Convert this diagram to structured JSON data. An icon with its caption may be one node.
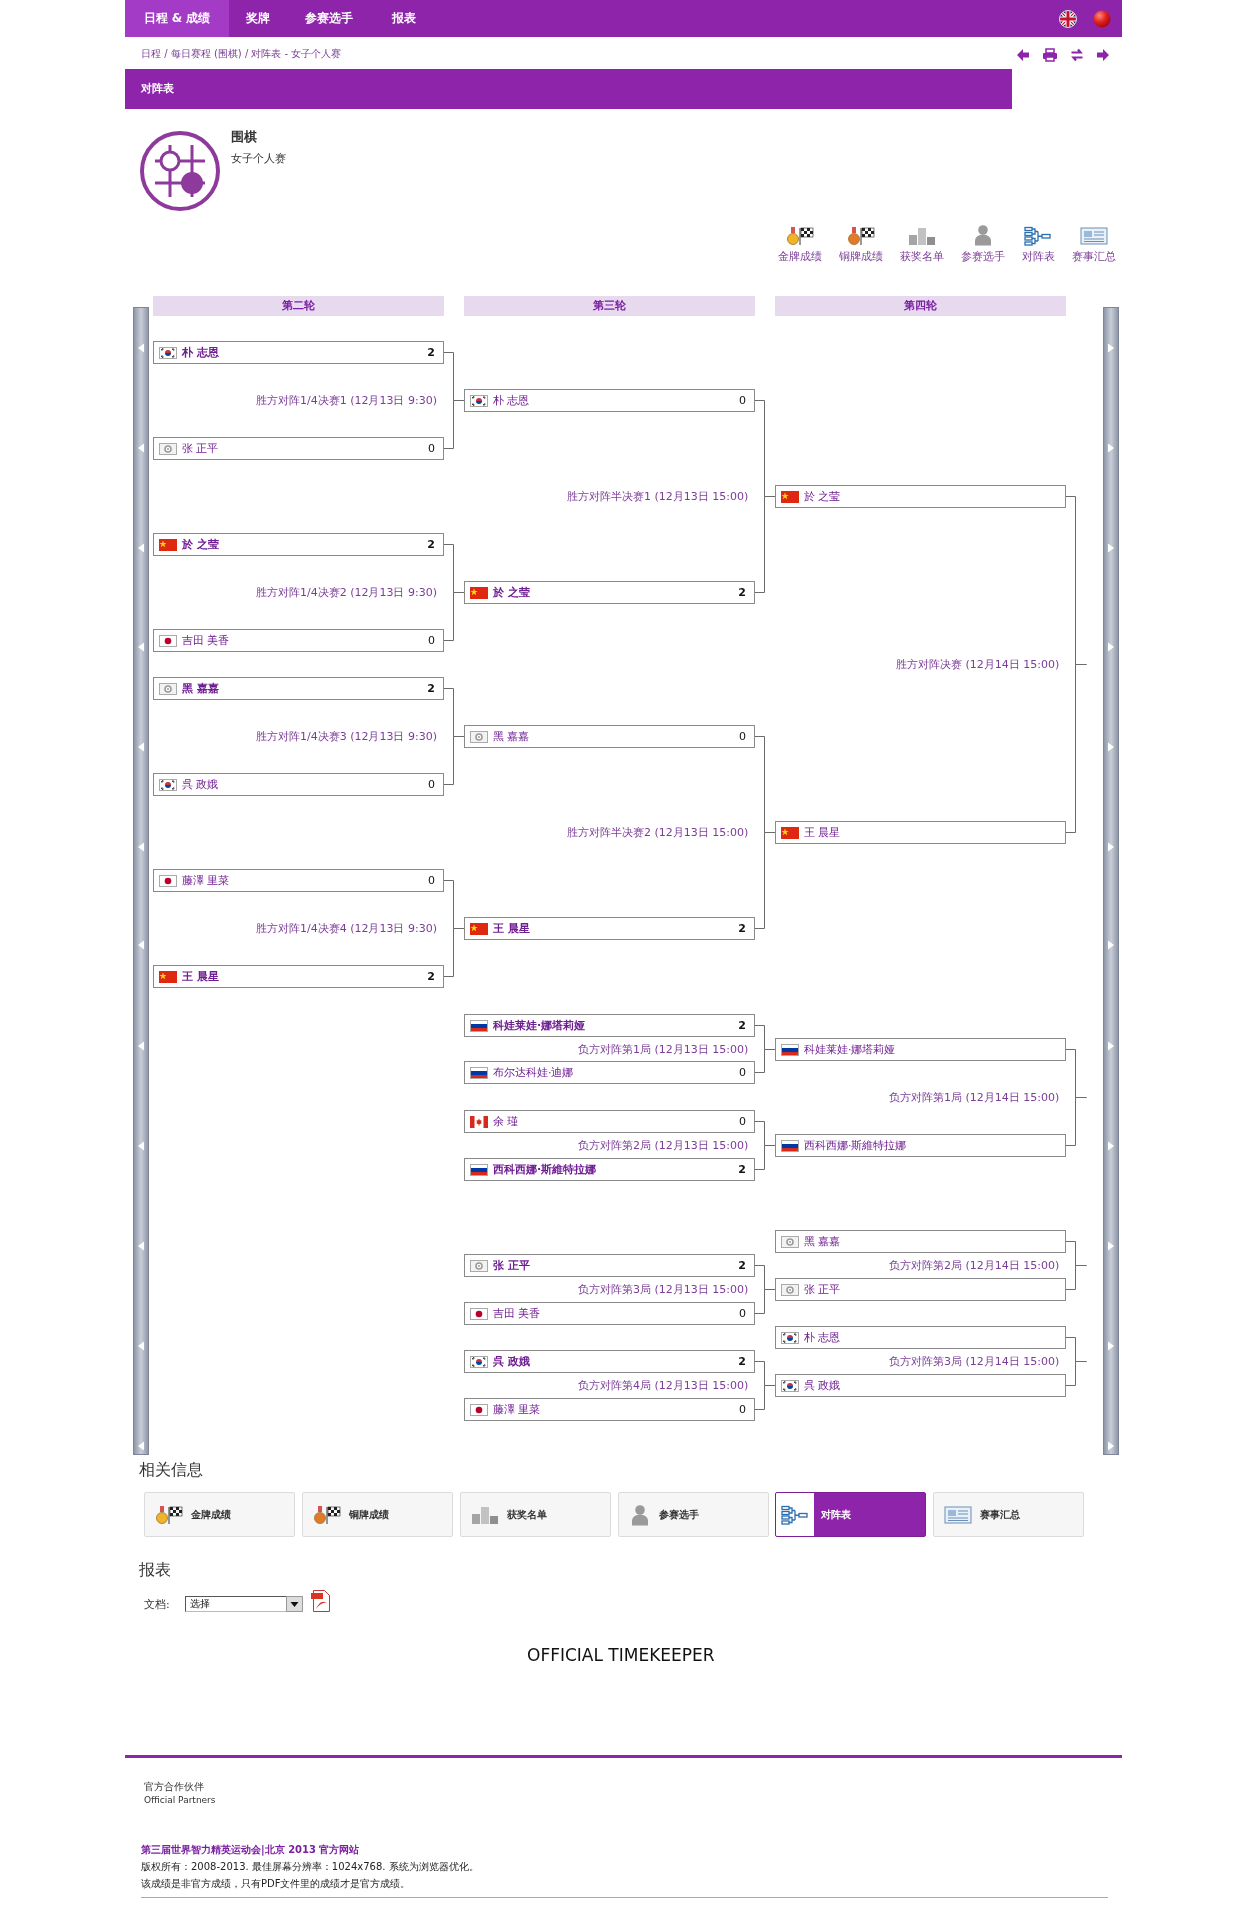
{
  "diagram": {
    "nodes": [
      {
        "text": [
          "日程 & 成绩",
          "奖牌",
          "参赛选手",
          "报表"
        ]
      },
      {
        "text": [
          "对阵表"
        ]
      },
      {
        "text": [
          "第二轮"
        ]
      },
      {
        "text": [
          "第三轮"
        ]
      },
      {
        "text": [
          "第四轮"
        ]
      },
      {
        "text": [
          "朴 志恩",
          "2"
        ]
      },
      {
        "text": [
          "张 正平",
          "0"
        ]
      },
      {
        "text": [
          "於 之莹",
          "2"
        ]
      },
      {
        "text": [
          "吉田 美香",
          "0"
        ]
      },
      {
        "text": [
          "黑 嘉嘉",
          "2"
        ]
      },
      {
        "text": [
          "呉 政娥",
          "0"
        ]
      },
      {
        "text": [
          "藤澤 里菜",
          "0"
        ]
      },
      {
        "text": [
          "王 晨星",
          "2"
        ]
      },
      {
        "text": [
          "朴 志恩",
          "0"
        ]
      },
      {
        "text": [
          "於 之莹",
          "2"
        ]
      },
      {
        "text": [
          "黑 嘉嘉",
          "0"
        ]
      },
      {
        "text": [
          "王 晨星",
          "2"
        ]
      },
      {
        "text": [
          "科娃莱娃·娜塔莉娅",
          "2"
        ]
      },
      {
        "text": [
          "布尔达科娃·迪娜",
          "0"
        ]
      },
      {
        "text": [
          "余 瑾",
          "0"
        ]
      },
      {
        "text": [
          "西科西娜·斯維特拉娜",
          "2"
        ]
      },
      {
        "text": [
          "张 正平",
          "2"
        ]
      },
      {
        "text": [
          "吉田 美香",
          "0"
        ]
      },
      {
        "text": [
          "呉 政娥",
          "2"
        ]
      },
      {
        "text": [
          "藤澤 里菜",
          "0"
        ]
      },
      {
        "text": [
          "於 之莹"
        ]
      },
      {
        "text": [
          "王 晨星"
        ]
      },
      {
        "text": [
          "科娃莱娃·娜塔莉娅"
        ]
      },
      {
        "text": [
          "西科西娜·斯維特拉娜"
        ]
      },
      {
        "text": [
          "黑 嘉嘉"
        ]
      },
      {
        "text": [
          "张 正平"
        ]
      },
      {
        "text": [
          "朴 志恩"
        ]
      },
      {
        "text": [
          "呉 政娥"
        ]
      },
      {
        "text": [
          "金牌成绩"
        ]
      },
      {
        "text": [
          "铜牌成绩"
        ]
      },
      {
        "text": [
          "获奖名单"
        ]
      },
      {
        "text": [
          "参赛选手"
        ]
      },
      {
        "text": [
          "对阵表"
        ]
      },
      {
        "text": [
          "赛事汇总"
        ]
      }
    ],
    "edges": [
      {
        "from": 5,
        "to": 13,
        "arrow": "none"
      },
      {
        "from": 6,
        "to": 13,
        "arrow": "none"
      },
      {
        "from": 7,
        "to": 14,
        "arrow": "none"
      },
      {
        "from": 8,
        "to": 14,
        "arrow": "none"
      },
      {
        "from": 9,
        "to": 15,
        "arrow": "none"
      },
      {
        "from": 10,
        "to": 15,
        "arrow": "none"
      },
      {
        "from": 11,
        "to": 16,
        "arrow": "none"
      },
      {
        "from": 12,
        "to": 16,
        "arrow": "none"
      },
      {
        "from": 13,
        "to": 25,
        "arrow": "none"
      },
      {
        "from": 14,
        "to": 25,
        "arrow": "none"
      },
      {
        "from": 15,
        "to": 26,
        "arrow": "none"
      },
      {
        "from": 16,
        "to": 26,
        "arrow": "none"
      },
      {
        "from": 25,
        "to": null,
        "arrow": "none"
      },
      {
        "from": 26,
        "to": null,
        "arrow": "none"
      },
      {
        "from": 17,
        "to": 27,
        "arrow": "none"
      },
      {
        "from": 18,
        "to": 27,
        "arrow": "none"
      },
      {
        "from": 19,
        "to": 28,
        "arrow": "none"
      },
      {
        "from": 20,
        "to": 28,
        "arrow": "none"
      },
      {
        "from": 27,
        "to": null,
        "arrow": "none"
      },
      {
        "from": 28,
        "to": null,
        "arrow": "none"
      },
      {
        "from": 21,
        "to": 30,
        "arrow": "none"
      },
      {
        "from": 22,
        "to": 30,
        "arrow": "none"
      },
      {
        "from": 23,
        "to": 32,
        "arrow": "none"
      },
      {
        "from": 24,
        "to": 32,
        "arrow": "none"
      },
      {
        "from": 29,
        "to": null,
        "arrow": "none"
      },
      {
        "from": 30,
        "to": null,
        "arrow": "none"
      },
      {
        "from": 31,
        "to": null,
        "arrow": "none"
      },
      {
        "from": 32,
        "to": null,
        "arrow": "none"
      }
    ],
    "labels": [
      "日程 / 每日赛程 (围棋) / 对阵表 - 女子个人赛",
      "围棋",
      "女子个人赛",
      "金牌成绩",
      "铜牌成绩",
      "获奖名单",
      "参赛选手",
      "对阵表",
      "赛事汇总",
      "胜方对阵1/4决赛1 (12月13日 9:30)",
      "胜方对阵半决赛1 (12月13日 15:00)",
      "胜方对阵1/4决赛2 (12月13日 9:30)",
      "胜方对阵决赛 (12月14日 15:00)",
      "胜方对阵1/4决赛3 (12月13日 9:30)",
      "胜方对阵半决赛2 (12月13日 15:00)",
      "胜方对阵1/4决赛4 (12月13日 9:30)",
      "负方对阵第1局 (12月13日 15:00)",
      "负方对阵第1局 (12月14日 15:00)",
      "负方对阵第2局 (12月13日 15:00)",
      "负方对阵第2局 (12月14日 15:00)",
      "负方对阵第3局 (12月13日 15:00)",
      "负方对阵第3局 (12月14日 15:00)",
      "负方对阵第4局 (12月13日 15:00)",
      "相关信息",
      "报表",
      "文档:",
      "选择",
      "OFFICIAL TIMEKEEPER",
      "官方合作伙伴",
      "Official Partners",
      "第三届世界智力精英运动会|北京 2013 官方网站",
      "版权所有：2008-2013. 最佳屏幕分辨率：1024x768. 系统为浏览器优化。",
      "该成绩是非官方成绩，只有PDF文件里的成绩才是官方成绩。"
    ]
  }
}
